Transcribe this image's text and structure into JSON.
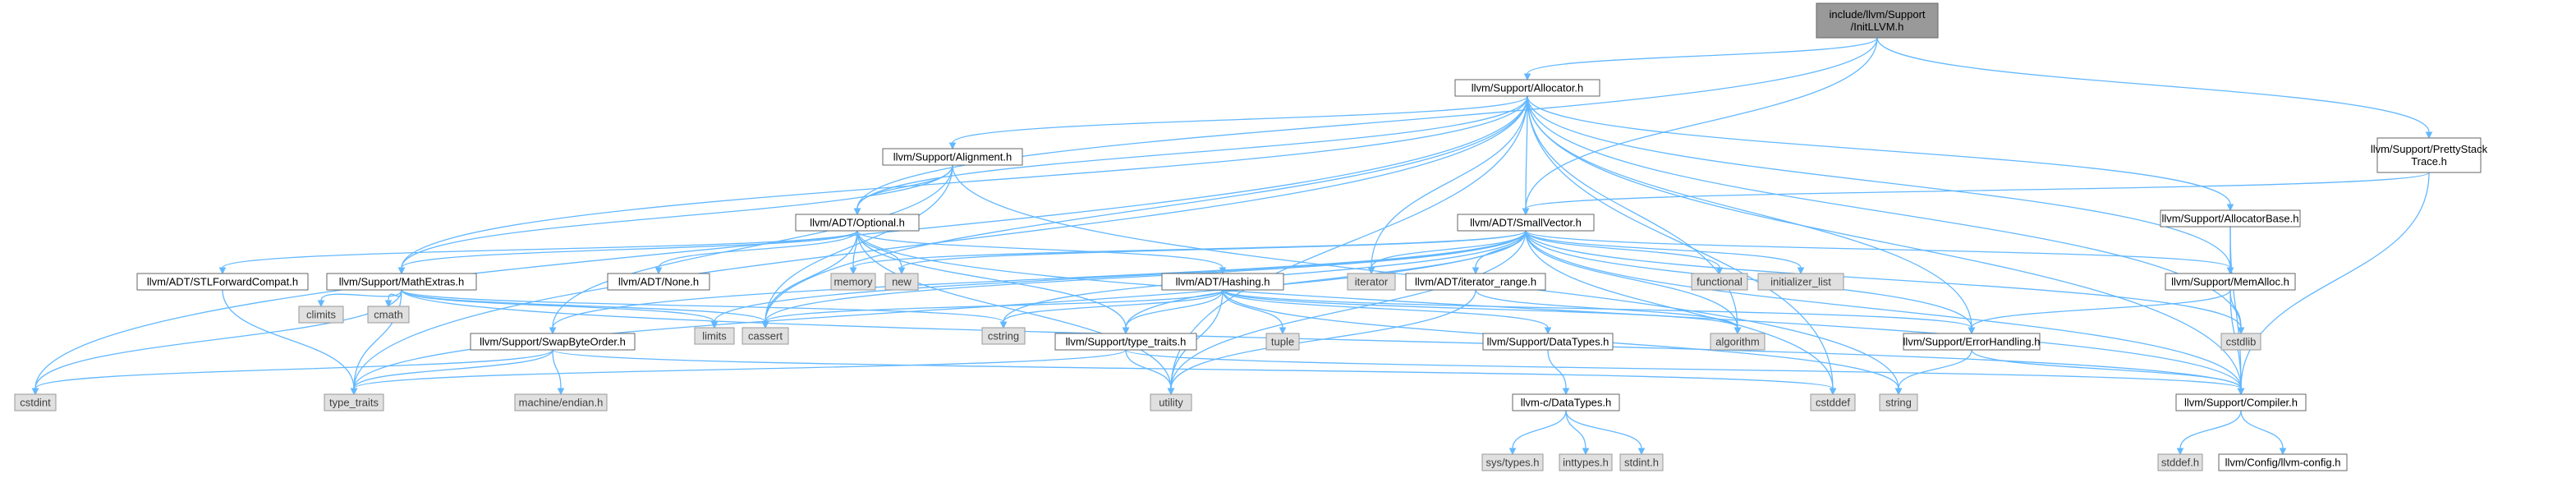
{
  "colors": {
    "edge": "#63b8ff",
    "root_fill": "#999999",
    "file_fill": "#ffffff",
    "system_fill": "#e0e0e0",
    "border": "#666666"
  },
  "nodes": [
    {
      "id": "root",
      "kind": "root",
      "lines": [
        "include/llvm/Support",
        "/InitLLVM.h"
      ]
    },
    {
      "id": "allocator",
      "kind": "file",
      "lines": [
        "llvm/Support/Allocator.h"
      ]
    },
    {
      "id": "prettystack",
      "kind": "file",
      "lines": [
        "llvm/Support/PrettyStack",
        "Trace.h"
      ]
    },
    {
      "id": "alignment",
      "kind": "file",
      "lines": [
        "llvm/Support/Alignment.h"
      ]
    },
    {
      "id": "smallvector",
      "kind": "file",
      "lines": [
        "llvm/ADT/SmallVector.h"
      ]
    },
    {
      "id": "allocatorbase",
      "kind": "file",
      "lines": [
        "llvm/Support/AllocatorBase.h"
      ]
    },
    {
      "id": "optional",
      "kind": "file",
      "lines": [
        "llvm/ADT/Optional.h"
      ]
    },
    {
      "id": "stlforward",
      "kind": "file",
      "lines": [
        "llvm/ADT/STLForwardCompat.h"
      ]
    },
    {
      "id": "mathextras",
      "kind": "file",
      "lines": [
        "llvm/Support/MathExtras.h"
      ]
    },
    {
      "id": "none",
      "kind": "file",
      "lines": [
        "llvm/ADT/None.h"
      ]
    },
    {
      "id": "memory",
      "kind": "ext",
      "lines": [
        "memory"
      ]
    },
    {
      "id": "new",
      "kind": "ext",
      "lines": [
        "new"
      ]
    },
    {
      "id": "hashing",
      "kind": "file",
      "lines": [
        "llvm/ADT/Hashing.h"
      ]
    },
    {
      "id": "iterator",
      "kind": "ext",
      "lines": [
        "iterator"
      ]
    },
    {
      "id": "iterator_range",
      "kind": "file",
      "lines": [
        "llvm/ADT/iterator_range.h"
      ]
    },
    {
      "id": "functional",
      "kind": "ext",
      "lines": [
        "functional"
      ]
    },
    {
      "id": "initializer_list",
      "kind": "ext",
      "lines": [
        "initializer_list"
      ]
    },
    {
      "id": "memalloc",
      "kind": "file",
      "lines": [
        "llvm/Support/MemAlloc.h"
      ]
    },
    {
      "id": "climits",
      "kind": "ext",
      "lines": [
        "climits"
      ]
    },
    {
      "id": "cmath",
      "kind": "ext",
      "lines": [
        "cmath"
      ]
    },
    {
      "id": "swapbyteorder",
      "kind": "file",
      "lines": [
        "llvm/Support/SwapByteOrder.h"
      ]
    },
    {
      "id": "limits",
      "kind": "ext",
      "lines": [
        "limits"
      ]
    },
    {
      "id": "cassert",
      "kind": "ext",
      "lines": [
        "cassert"
      ]
    },
    {
      "id": "cstring",
      "kind": "ext",
      "lines": [
        "cstring"
      ]
    },
    {
      "id": "typetraits",
      "kind": "file",
      "lines": [
        "llvm/Support/type_traits.h"
      ]
    },
    {
      "id": "tuple",
      "kind": "ext",
      "lines": [
        "tuple"
      ]
    },
    {
      "id": "datatypes",
      "kind": "file",
      "lines": [
        "llvm/Support/DataTypes.h"
      ]
    },
    {
      "id": "algorithm",
      "kind": "ext",
      "lines": [
        "algorithm"
      ]
    },
    {
      "id": "errorhandling",
      "kind": "file",
      "lines": [
        "llvm/Support/ErrorHandling.h"
      ]
    },
    {
      "id": "cstdlib",
      "kind": "ext",
      "lines": [
        "cstdlib"
      ]
    },
    {
      "id": "cstdint",
      "kind": "ext",
      "lines": [
        "cstdint"
      ]
    },
    {
      "id": "type_traits",
      "kind": "ext",
      "lines": [
        "type_traits"
      ]
    },
    {
      "id": "endian",
      "kind": "ext",
      "lines": [
        "machine/endian.h"
      ]
    },
    {
      "id": "utility",
      "kind": "ext",
      "lines": [
        "utility"
      ]
    },
    {
      "id": "cdatatypes",
      "kind": "file",
      "lines": [
        "llvm-c/DataTypes.h"
      ]
    },
    {
      "id": "cstddef",
      "kind": "ext",
      "lines": [
        "cstddef"
      ]
    },
    {
      "id": "string",
      "kind": "ext",
      "lines": [
        "string"
      ]
    },
    {
      "id": "compiler",
      "kind": "file",
      "lines": [
        "llvm/Support/Compiler.h"
      ]
    },
    {
      "id": "systypes",
      "kind": "ext",
      "lines": [
        "sys/types.h"
      ]
    },
    {
      "id": "inttypes",
      "kind": "ext",
      "lines": [
        "inttypes.h"
      ]
    },
    {
      "id": "stdint",
      "kind": "ext",
      "lines": [
        "stdint.h"
      ]
    },
    {
      "id": "stddef",
      "kind": "ext",
      "lines": [
        "stddef.h"
      ]
    },
    {
      "id": "llvmconfig",
      "kind": "file",
      "lines": [
        "llvm/Config/llvm-config.h"
      ]
    }
  ],
  "edges": [
    [
      "root",
      "allocator"
    ],
    [
      "root",
      "prettystack"
    ],
    [
      "root",
      "smallvector"
    ],
    [
      "root",
      "optional"
    ],
    [
      "allocator",
      "alignment"
    ],
    [
      "allocator",
      "smallvector"
    ],
    [
      "allocator",
      "optional"
    ],
    [
      "allocator",
      "mathextras"
    ],
    [
      "allocator",
      "allocatorbase"
    ],
    [
      "allocator",
      "memalloc"
    ],
    [
      "allocator",
      "errorhandling"
    ],
    [
      "allocator",
      "compiler"
    ],
    [
      "allocator",
      "iterator"
    ],
    [
      "allocator",
      "algorithm"
    ],
    [
      "allocator",
      "cstdlib"
    ],
    [
      "allocator",
      "cstddef"
    ],
    [
      "allocator",
      "cstdint"
    ],
    [
      "allocator",
      "type_traits"
    ],
    [
      "allocator",
      "cassert"
    ],
    [
      "allocator",
      "utility"
    ],
    [
      "prettystack",
      "smallvector"
    ],
    [
      "prettystack",
      "compiler"
    ],
    [
      "alignment",
      "optional"
    ],
    [
      "alignment",
      "mathextras"
    ],
    [
      "alignment",
      "cassert"
    ],
    [
      "alignment",
      "string"
    ],
    [
      "alignment",
      "swapbyteorder"
    ],
    [
      "optional",
      "stlforward"
    ],
    [
      "optional",
      "mathextras"
    ],
    [
      "optional",
      "none"
    ],
    [
      "optional",
      "memory"
    ],
    [
      "optional",
      "new"
    ],
    [
      "optional",
      "hashing"
    ],
    [
      "optional",
      "typetraits"
    ],
    [
      "optional",
      "compiler"
    ],
    [
      "optional",
      "cassert"
    ],
    [
      "optional",
      "utility"
    ],
    [
      "smallvector",
      "memory"
    ],
    [
      "smallvector",
      "new"
    ],
    [
      "smallvector",
      "iterator"
    ],
    [
      "smallvector",
      "iterator_range"
    ],
    [
      "smallvector",
      "functional"
    ],
    [
      "smallvector",
      "initializer_list"
    ],
    [
      "smallvector",
      "memalloc"
    ],
    [
      "smallvector",
      "typetraits"
    ],
    [
      "smallvector",
      "compiler"
    ],
    [
      "smallvector",
      "errorhandling"
    ],
    [
      "smallvector",
      "algorithm"
    ],
    [
      "smallvector",
      "cassert"
    ],
    [
      "smallvector",
      "cstddef"
    ],
    [
      "smallvector",
      "cstdlib"
    ],
    [
      "smallvector",
      "cstring"
    ],
    [
      "smallvector",
      "limits"
    ],
    [
      "smallvector",
      "type_traits"
    ],
    [
      "smallvector",
      "utility"
    ],
    [
      "smallvector",
      "swapbyteorder"
    ],
    [
      "allocatorbase",
      "memalloc"
    ],
    [
      "allocatorbase",
      "compiler"
    ],
    [
      "stlforward",
      "type_traits"
    ],
    [
      "mathextras",
      "climits"
    ],
    [
      "mathextras",
      "cmath"
    ],
    [
      "mathextras",
      "cstdint"
    ],
    [
      "mathextras",
      "limits"
    ],
    [
      "mathextras",
      "type_traits"
    ],
    [
      "mathextras",
      "cassert"
    ],
    [
      "mathextras",
      "compiler"
    ],
    [
      "mathextras",
      "cstring"
    ],
    [
      "hashing",
      "datatypes"
    ],
    [
      "hashing",
      "errorhandling"
    ],
    [
      "hashing",
      "typetraits"
    ],
    [
      "hashing",
      "tuple"
    ],
    [
      "hashing",
      "algorithm"
    ],
    [
      "hashing",
      "cassert"
    ],
    [
      "hashing",
      "cstring"
    ],
    [
      "hashing",
      "string"
    ],
    [
      "hashing",
      "utility"
    ],
    [
      "iterator_range",
      "utility"
    ],
    [
      "iterator_range",
      "algorithm"
    ],
    [
      "memalloc",
      "compiler"
    ],
    [
      "memalloc",
      "errorhandling"
    ],
    [
      "memalloc",
      "cstdlib"
    ],
    [
      "swapbyteorder",
      "cstddef"
    ],
    [
      "swapbyteorder",
      "cstdint"
    ],
    [
      "swapbyteorder",
      "type_traits"
    ],
    [
      "swapbyteorder",
      "endian"
    ],
    [
      "typetraits",
      "type_traits"
    ],
    [
      "typetraits",
      "utility"
    ],
    [
      "typetraits",
      "compiler"
    ],
    [
      "datatypes",
      "cdatatypes"
    ],
    [
      "errorhandling",
      "compiler"
    ],
    [
      "errorhandling",
      "string"
    ],
    [
      "cdatatypes",
      "systypes"
    ],
    [
      "cdatatypes",
      "inttypes"
    ],
    [
      "cdatatypes",
      "stdint"
    ],
    [
      "compiler",
      "stddef"
    ],
    [
      "compiler",
      "llvmconfig"
    ]
  ]
}
